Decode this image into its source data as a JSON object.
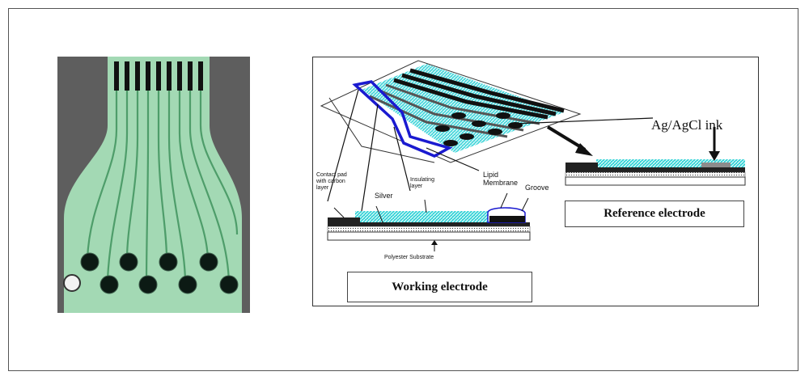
{
  "labels": {
    "ag_agcl_ink": "Ag/AgCl ink",
    "contact_pad": "Contact pad with carbon layer",
    "silver": "Silver",
    "insulating_layer": "Insulating layer",
    "lipid_membrane": "Lipid Membrane",
    "groove": "Groove",
    "polyester_substrate": "Polyester Substrate",
    "working_electrode": "Working electrode",
    "reference_electrode": "Reference electrode"
  },
  "colors": {
    "board_green": "#9fd6b0",
    "cyan_layer": "#39d4d8",
    "outline_blue": "#1a1ad0",
    "silver_gray": "#8c8c8c"
  }
}
